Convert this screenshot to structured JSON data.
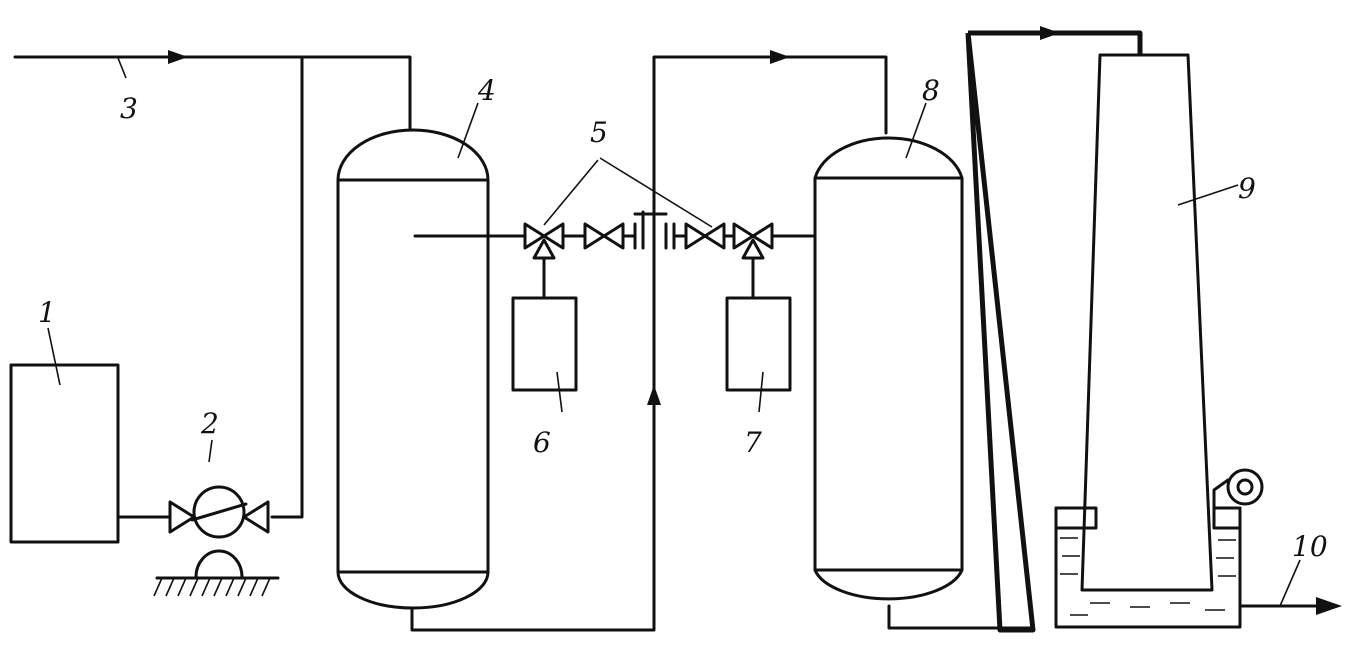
{
  "labels": {
    "tank": "1",
    "pump": "2",
    "feed_line": "3",
    "vessel_first": "4",
    "valves": "5",
    "unit_left": "6",
    "unit_right": "7",
    "vessel_second": "8",
    "column": "9",
    "outlet": "10"
  }
}
